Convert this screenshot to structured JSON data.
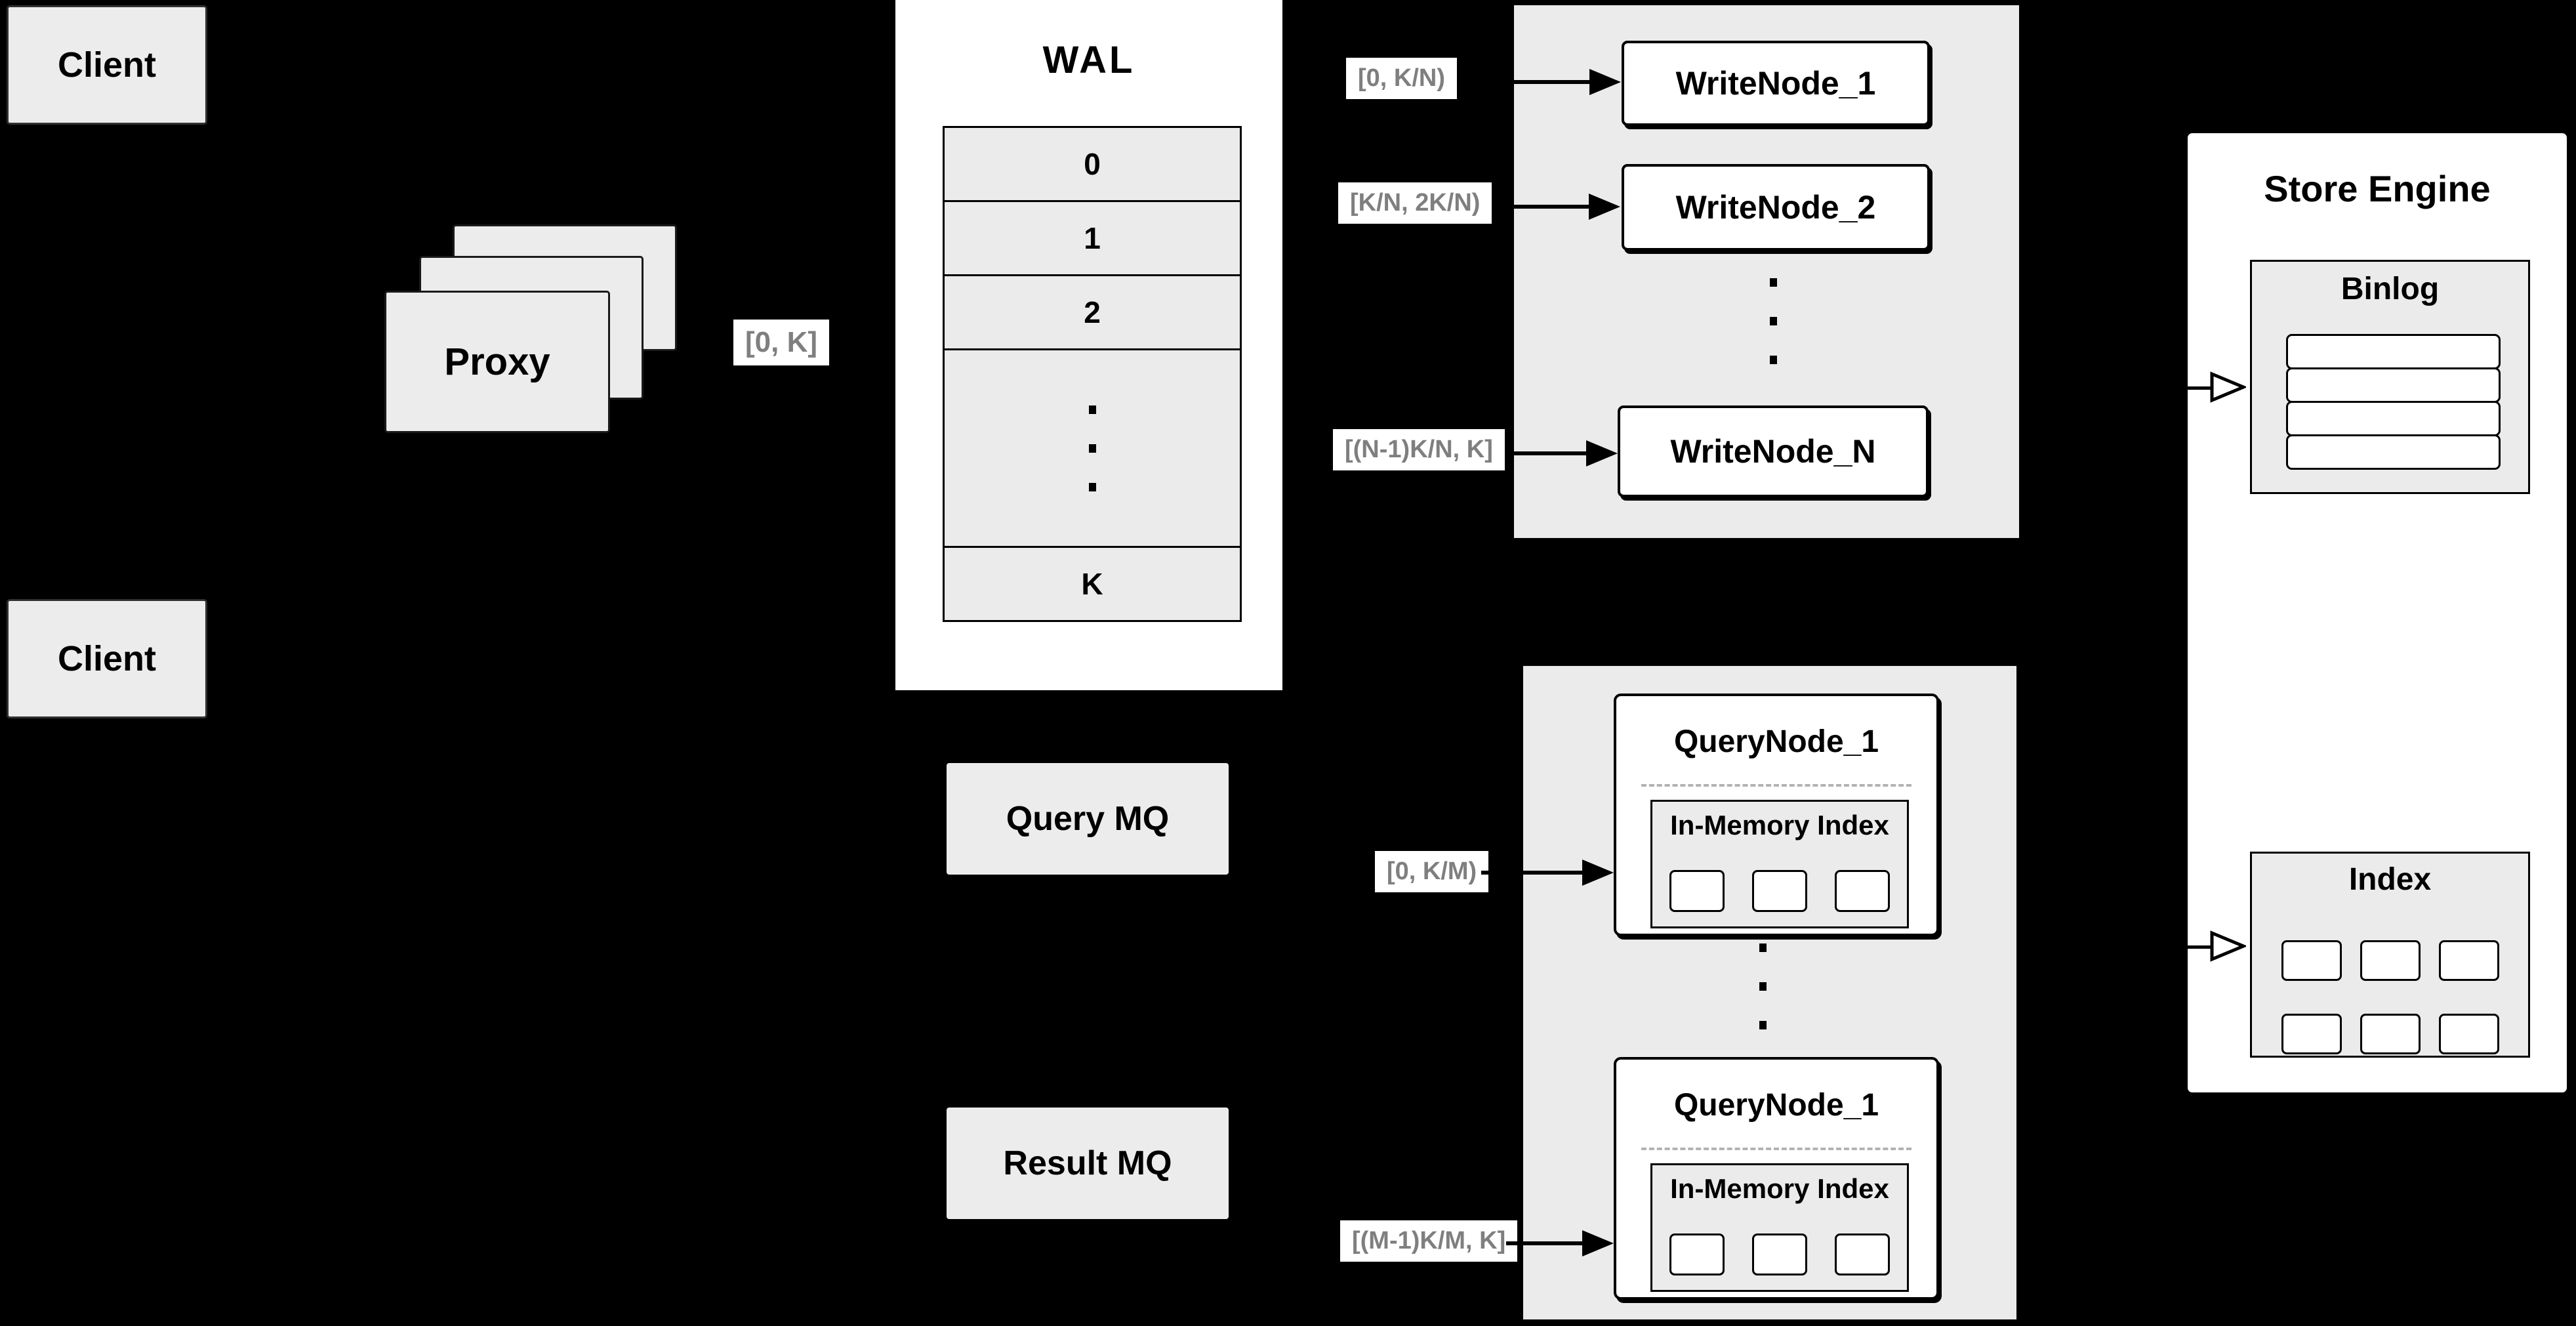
{
  "colors": {
    "background": "#000000",
    "box_gray": "#ececec",
    "container_gray": "#ebebeb",
    "node_white": "#ffffff",
    "border_black": "#000000",
    "range_label_text": "#7f7f7f"
  },
  "clients": {
    "top_label": "Client",
    "bottom_label": "Client"
  },
  "proxy": {
    "label": "Proxy"
  },
  "range_labels": {
    "proxy_out": "[0, K]",
    "write_1": "[0, K/N)",
    "write_2": "[K/N, 2K/N)",
    "write_n": "[(N-1)K/N, K]",
    "query_top": "[0, K/M)",
    "query_bottom": "[(M-1)K/M, K]"
  },
  "wal": {
    "title": "WAL",
    "rows": [
      "0",
      "1",
      "2"
    ],
    "last_row": "K"
  },
  "write_nodes": {
    "node_1": "WriteNode_1",
    "node_2": "WriteNode_2",
    "node_n": "WriteNode_N"
  },
  "store_engine": {
    "title": "Store Engine",
    "binlog_title": "Binlog",
    "index_title": "Index"
  },
  "query_nodes": {
    "top_title": "QueryNode_1",
    "bottom_title": "QueryNode_1",
    "inmem_title_top": "In-Memory Index",
    "inmem_title_bottom": "In-Memory Index"
  },
  "mq": {
    "query": "Query MQ",
    "result": "Result MQ"
  }
}
